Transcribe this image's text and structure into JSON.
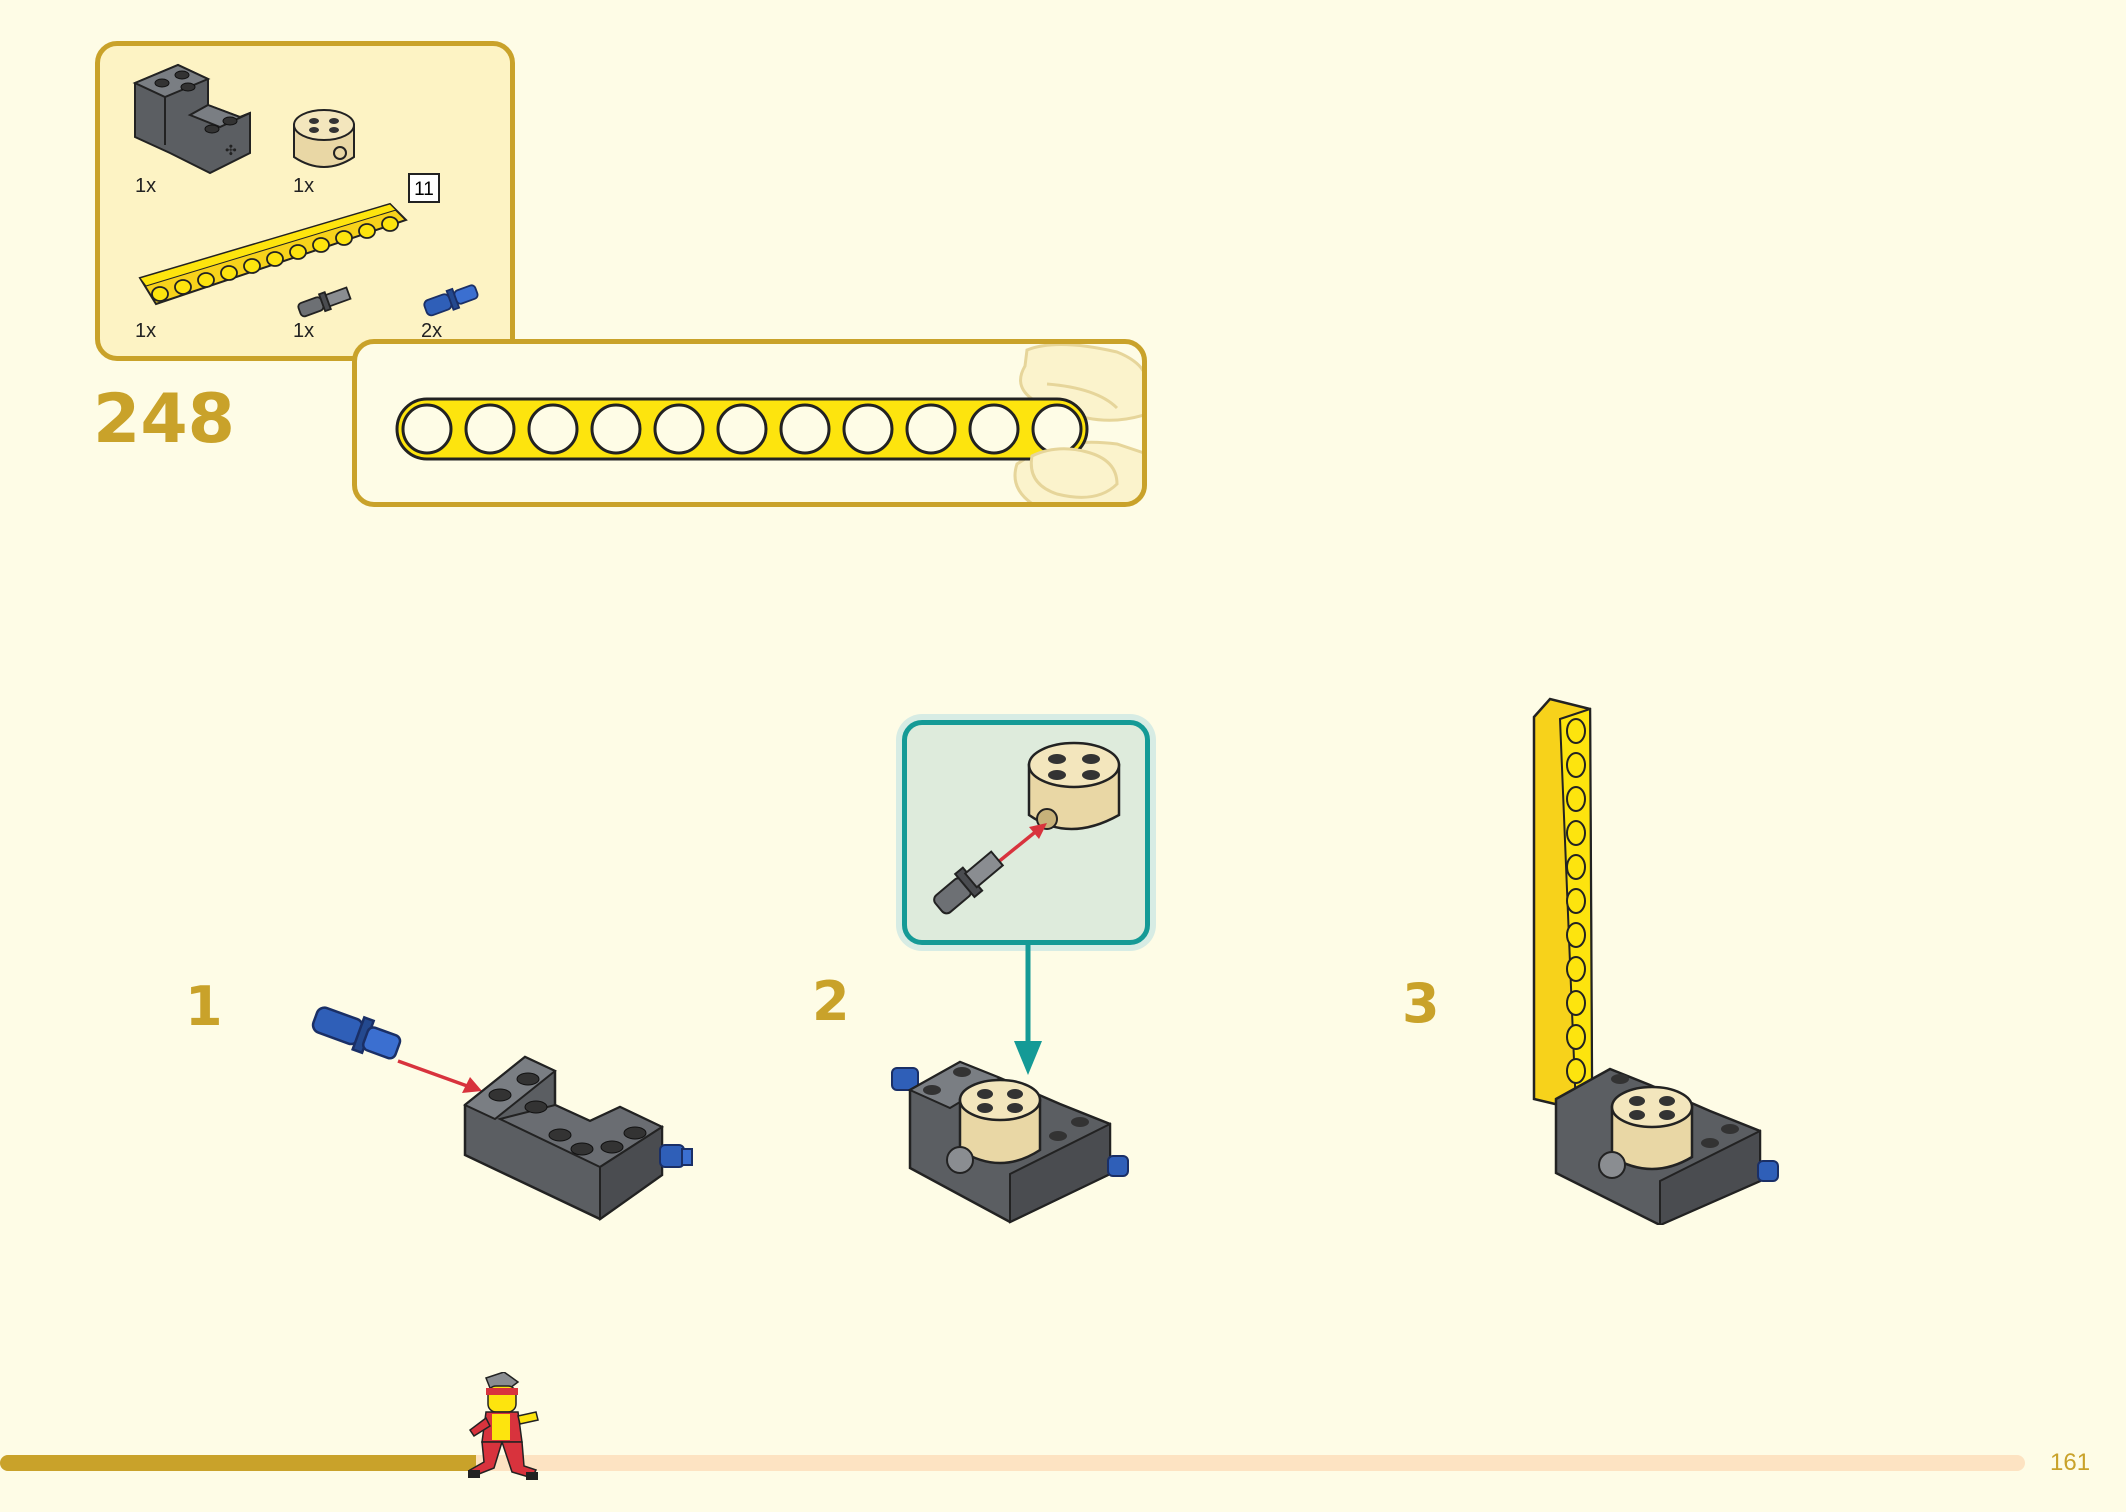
{
  "step": {
    "number": "248"
  },
  "parts": [
    {
      "qty": "1x",
      "icon": "dark-gray-bracket-brick-icon"
    },
    {
      "qty": "1x",
      "icon": "tan-round-brick-icon"
    },
    {
      "qty": "1x",
      "icon": "yellow-beam-11-icon"
    },
    {
      "qty": "1x",
      "icon": "gray-axle-pin-icon"
    },
    {
      "qty": "2x",
      "icon": "blue-pin-icon"
    }
  ],
  "beam_length": "11",
  "sub_steps": [
    {
      "number": "1"
    },
    {
      "number": "2"
    },
    {
      "number": "3"
    }
  ],
  "progress": {
    "fraction": 0.235
  },
  "page": {
    "number": "161"
  },
  "colors": {
    "accent": "#c9a22a",
    "callout": "#159a96",
    "beam": "#fde40e",
    "dark_gray": "#5b5e62",
    "tan": "#e9d7a5",
    "blue": "#2f5fb8",
    "red_arrow": "#d8333d"
  }
}
